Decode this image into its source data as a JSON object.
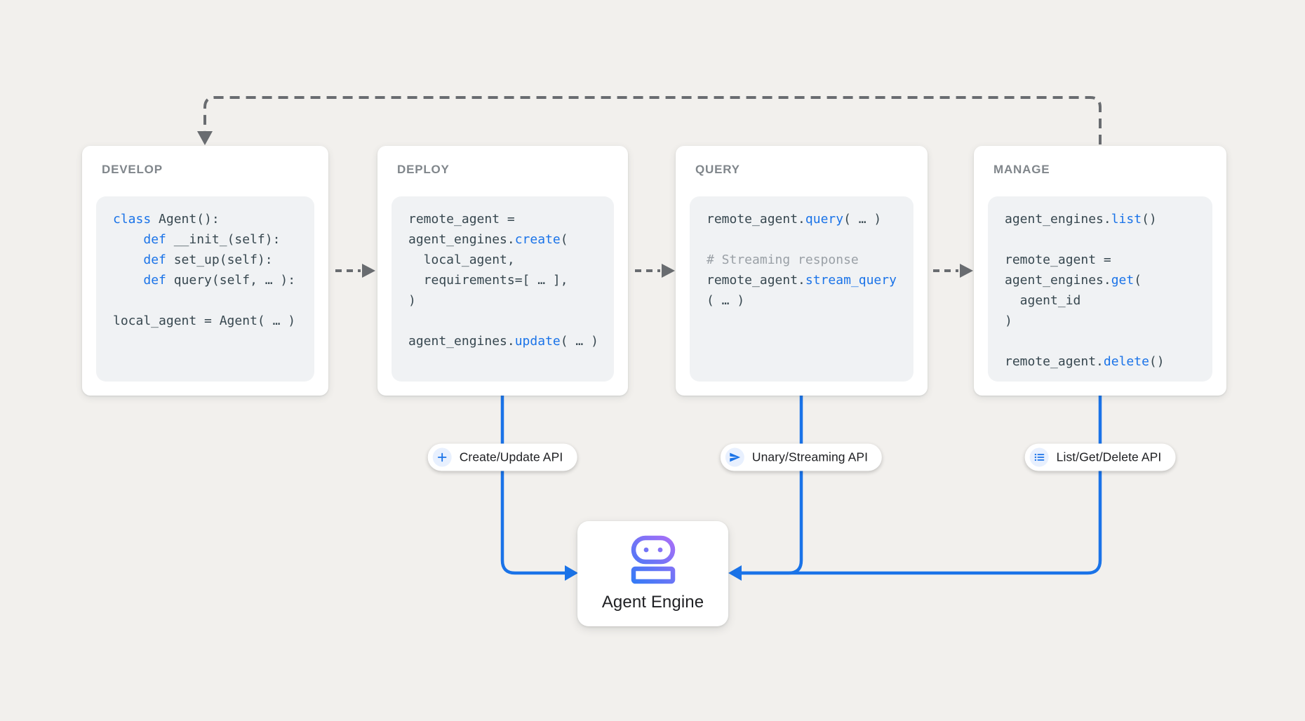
{
  "canvas": {
    "background": "#f2f0ed"
  },
  "colors": {
    "accent_blue": "#1a73e8",
    "connector_gray": "#696c70",
    "code_text": "#37474f",
    "code_keyword": "#1a73e8",
    "code_comment": "#9aa0a6",
    "title_gray": "#80868b",
    "card_bg": "#ffffff",
    "code_bg": "#f0f2f4",
    "pill_icon_bg": "#e8f0fe",
    "label_dark": "#202124",
    "robot_gradient_start": "#2f7bf6",
    "robot_gradient_end": "#b06ef7"
  },
  "cards": [
    {
      "id": "develop",
      "title": "DEVELOP",
      "code": [
        [
          {
            "s": "kw",
            "t": "class"
          },
          {
            "s": "p",
            "t": " Agent():"
          }
        ],
        [
          {
            "s": "p",
            "t": "    "
          },
          {
            "s": "kw",
            "t": "def"
          },
          {
            "s": "p",
            "t": " __init_(self):"
          }
        ],
        [
          {
            "s": "p",
            "t": "    "
          },
          {
            "s": "kw",
            "t": "def"
          },
          {
            "s": "p",
            "t": " set_up(self):"
          }
        ],
        [
          {
            "s": "p",
            "t": "    "
          },
          {
            "s": "kw",
            "t": "def"
          },
          {
            "s": "p",
            "t": " query(self, … ):"
          }
        ],
        [],
        [
          {
            "s": "p",
            "t": "local_agent = Agent( … )"
          }
        ]
      ]
    },
    {
      "id": "deploy",
      "title": "DEPLOY",
      "code": [
        [
          {
            "s": "p",
            "t": "remote_agent ="
          }
        ],
        [
          {
            "s": "p",
            "t": "agent_engines."
          },
          {
            "s": "kw",
            "t": "create"
          },
          {
            "s": "p",
            "t": "("
          }
        ],
        [
          {
            "s": "p",
            "t": "  local_agent,"
          }
        ],
        [
          {
            "s": "p",
            "t": "  requirements=[ … ],"
          }
        ],
        [
          {
            "s": "p",
            "t": ")"
          }
        ],
        [],
        [
          {
            "s": "p",
            "t": "agent_engines."
          },
          {
            "s": "kw",
            "t": "update"
          },
          {
            "s": "p",
            "t": "( … )"
          }
        ]
      ]
    },
    {
      "id": "query",
      "title": "QUERY",
      "code": [
        [
          {
            "s": "p",
            "t": "remote_agent."
          },
          {
            "s": "kw",
            "t": "query"
          },
          {
            "s": "p",
            "t": "( … )"
          }
        ],
        [],
        [
          {
            "s": "cm",
            "t": "# Streaming response"
          }
        ],
        [
          {
            "s": "p",
            "t": "remote_agent."
          },
          {
            "s": "kw",
            "t": "stream_query"
          }
        ],
        [
          {
            "s": "p",
            "t": "( … )"
          }
        ]
      ]
    },
    {
      "id": "manage",
      "title": "MANAGE",
      "code": [
        [
          {
            "s": "p",
            "t": "agent_engines."
          },
          {
            "s": "kw",
            "t": "list"
          },
          {
            "s": "p",
            "t": "()"
          }
        ],
        [],
        [
          {
            "s": "p",
            "t": "remote_agent ="
          }
        ],
        [
          {
            "s": "p",
            "t": "agent_engines."
          },
          {
            "s": "kw",
            "t": "get"
          },
          {
            "s": "p",
            "t": "("
          }
        ],
        [
          {
            "s": "p",
            "t": "  agent_id"
          }
        ],
        [
          {
            "s": "p",
            "t": ")"
          }
        ],
        [],
        [
          {
            "s": "p",
            "t": "remote_agent."
          },
          {
            "s": "kw",
            "t": "delete"
          },
          {
            "s": "p",
            "t": "()"
          }
        ]
      ]
    }
  ],
  "pills": [
    {
      "id": "create-update-api",
      "icon": "plus-icon",
      "label": "Create/Update API"
    },
    {
      "id": "unary-streaming-api",
      "icon": "send-icon",
      "label": "Unary/Streaming API"
    },
    {
      "id": "list-get-delete-api",
      "icon": "list-icon",
      "label": "List/Get/Delete API"
    }
  ],
  "engine": {
    "label": "Agent Engine",
    "icon": "robot-icon"
  }
}
